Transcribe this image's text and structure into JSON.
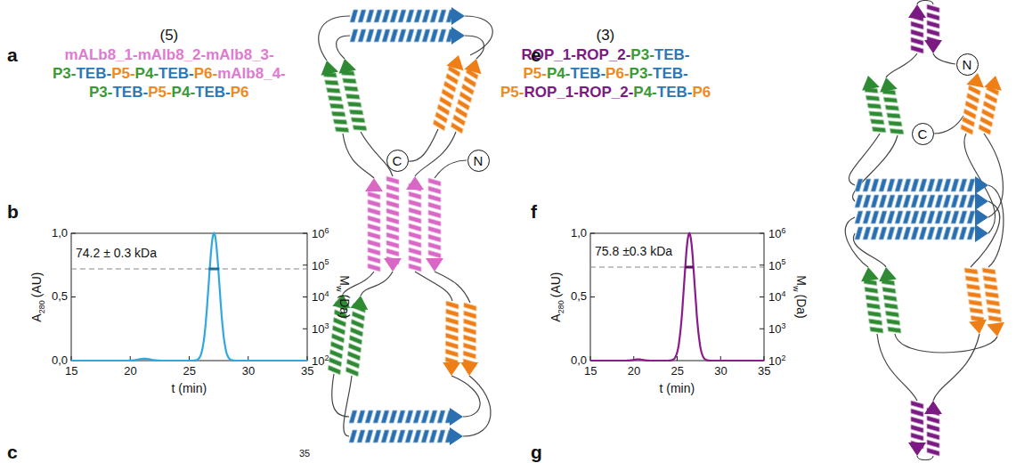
{
  "diagram": {
    "nodes": [
      {
        "text": [
          "C"
        ]
      },
      {
        "text": [
          "N"
        ]
      },
      {
        "text": [
          "N"
        ]
      },
      {
        "text": [
          "C"
        ]
      }
    ],
    "labels": [
      "a",
      "(5)",
      "mALb8_1-mAlb8_2-mAlb8_3-",
      "P3-",
      "TEB-",
      "P5-",
      "P4-",
      "TEB-",
      "P6-",
      "mAlb8_4-",
      "P3-",
      "TEB-",
      "P5-",
      "P4-",
      "TEB-",
      "P6",
      "b",
      "74.2 ± 0.3 kDa",
      "A",
      "280",
      "(AU)",
      "1,0",
      "0,5",
      "0,0",
      "10",
      "6",
      "10",
      "5",
      "10",
      "4",
      "10",
      "3",
      "10",
      "2",
      "M",
      "w",
      "(Da)",
      "15",
      "20",
      "25",
      "30",
      "35",
      "t (min)",
      "c",
      "35",
      "e",
      "(3)",
      "ROP_1-",
      "ROP_2-",
      "P3-",
      "TEB-",
      "P5-",
      "P4-",
      "TEB-",
      "P6-",
      "P3-",
      "TEB-",
      "P5-",
      "ROP_1-",
      "ROP_2-",
      "P4-",
      "TEB-",
      "P6",
      "f",
      "75.8 ±0.3 kDa",
      "A",
      "280",
      "(AU)",
      "1,0",
      "0,5",
      "0,0",
      "10",
      "6",
      "10",
      "5",
      "10",
      "4",
      "10",
      "3",
      "10",
      "2",
      "M",
      "w",
      "(Da)",
      "15",
      "20",
      "25",
      "30",
      "35",
      "t (min)",
      "g"
    ]
  }
}
